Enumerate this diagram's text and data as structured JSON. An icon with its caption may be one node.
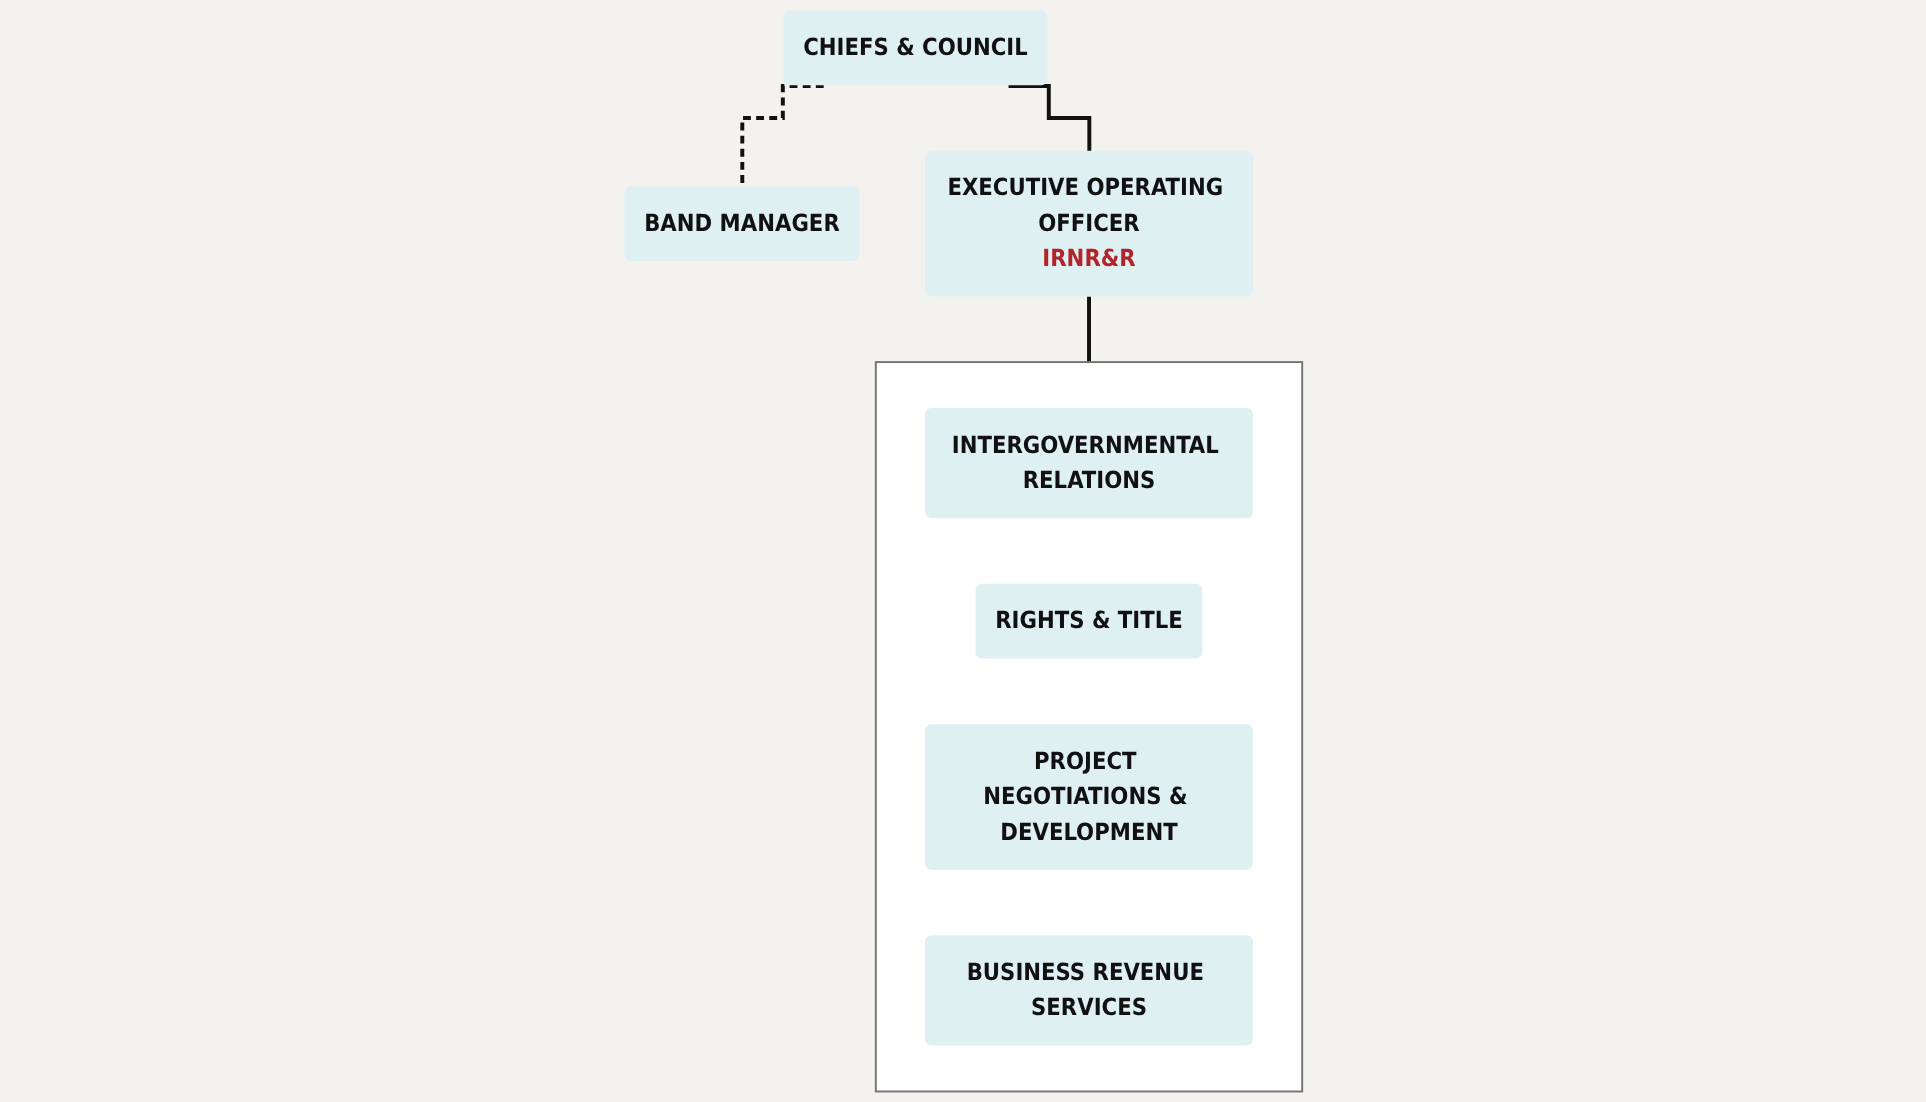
{
  "diagram": {
    "nodes": [
      {
        "text": [
          "CHIEFS & COUNCIL"
        ]
      },
      {
        "text": [
          "BAND MANAGER"
        ]
      },
      {
        "text": [
          "EXECUTIVE OPERATING OFFICER",
          "IRNR&R"
        ]
      },
      {
        "text": [],
        "shape": "box"
      },
      {
        "text": [
          "INTERGOVERNMENTAL RELATIONS"
        ],
        "in": 3
      },
      {
        "text": [
          "RIGHTS & TITLE"
        ],
        "in": 3
      },
      {
        "text": [
          "PROJECT NEGOTIATIONS & DEVELOPMENT"
        ],
        "in": 3
      },
      {
        "text": [
          "BUSINESS REVENUE SERVICES"
        ],
        "in": 3
      }
    ],
    "edges": [
      {
        "from": 0,
        "to": 1,
        "arrow": "none",
        "style": "dashed"
      },
      {
        "from": 0,
        "to": 2,
        "arrow": "none"
      },
      {
        "from": 2,
        "to": 3,
        "arrow": "none"
      }
    ]
  }
}
